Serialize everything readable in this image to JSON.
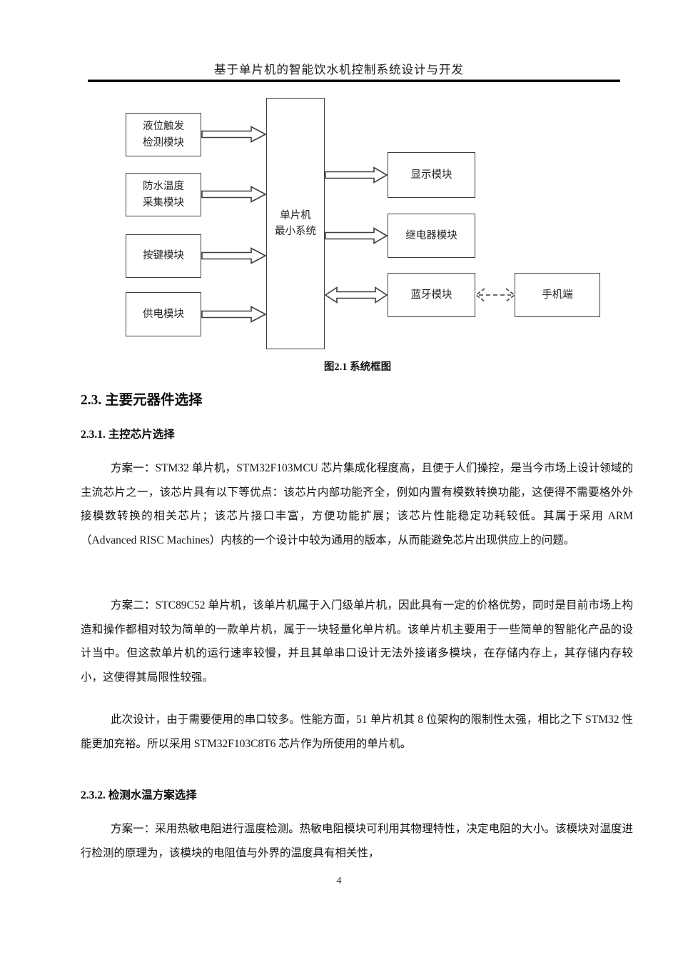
{
  "header": {
    "title": "基于单片机的智能饮水机控制系统设计与开发"
  },
  "diagram": {
    "caption": "图2.1 系统框图",
    "boxes": {
      "liquid": {
        "line1": "液位触发",
        "line2": "检测模块"
      },
      "temp": {
        "line1": "防水温度",
        "line2": "采集模块"
      },
      "key": {
        "label": "按键模块"
      },
      "power": {
        "label": "供电模块"
      },
      "mcu": {
        "line1": "单片机",
        "line2": "最小系统"
      },
      "display": {
        "label": "显示模块"
      },
      "relay": {
        "label": "继电器模块"
      },
      "bluetooth": {
        "label": "蓝牙模块"
      },
      "phone": {
        "label": "手机端"
      }
    },
    "arrows": [
      {
        "from": "液位触发检测模块",
        "to": "单片机最小系统",
        "style": "solid",
        "direction": "right"
      },
      {
        "from": "防水温度采集模块",
        "to": "单片机最小系统",
        "style": "solid",
        "direction": "right"
      },
      {
        "from": "按键模块",
        "to": "单片机最小系统",
        "style": "solid",
        "direction": "right"
      },
      {
        "from": "供电模块",
        "to": "单片机最小系统",
        "style": "solid",
        "direction": "right"
      },
      {
        "from": "单片机最小系统",
        "to": "显示模块",
        "style": "solid",
        "direction": "right"
      },
      {
        "from": "单片机最小系统",
        "to": "继电器模块",
        "style": "solid",
        "direction": "right"
      },
      {
        "from": "单片机最小系统",
        "to": "蓝牙模块",
        "style": "solid",
        "direction": "both"
      },
      {
        "from": "蓝牙模块",
        "to": "手机端",
        "style": "dashed",
        "direction": "both"
      }
    ]
  },
  "sections": {
    "h23": "2.3. 主要元器件选择",
    "h231": "2.3.1. 主控芯片选择",
    "h232": "2.3.2. 检测水温方案选择"
  },
  "paragraphs": {
    "p1": "方案一：STM32 单片机，STM32F103MCU 芯片集成化程度高，且便于人们操控，是当今市场上设计领域的主流芯片之一，该芯片具有以下等优点：该芯片内部功能齐全，例如内置有模数转换功能，这使得不需要格外外接模数转换的相关芯片；该芯片接口丰富，方便功能扩展；该芯片性能稳定功耗较低。其属于采用 ARM（Advanced RISC Machines）内核的一个设计中较为通用的版本，从而能避免芯片出现供应上的问题。",
    "p2": "方案二：STC89C52 单片机，该单片机属于入门级单片机，因此具有一定的价格优势，同时是目前市场上构造和操作都相对较为简单的一款单片机，属于一块轻量化单片机。该单片机主要用于一些简单的智能化产品的设计当中。但这款单片机的运行速率较慢，并且其单串口设计无法外接诸多模块，在存储内存上，其存储内存较小，这使得其局限性较强。",
    "p3": "此次设计，由于需要使用的串口较多。性能方面，51 单片机其 8 位架构的限制性太强，相比之下 STM32 性能更加充裕。所以采用 STM32F103C8T6 芯片作为所使用的单片机。",
    "p4": "方案一：采用热敏电阻进行温度检测。热敏电阻模块可利用其物理特性，决定电阻的大小。该模块对温度进行检测的原理为，该模块的电阻值与外界的温度具有相关性，"
  },
  "footer": {
    "page_number": "4"
  },
  "colors": {
    "ink": "#1a1a1a",
    "line": "#3f3f3f",
    "background": "#ffffff"
  }
}
